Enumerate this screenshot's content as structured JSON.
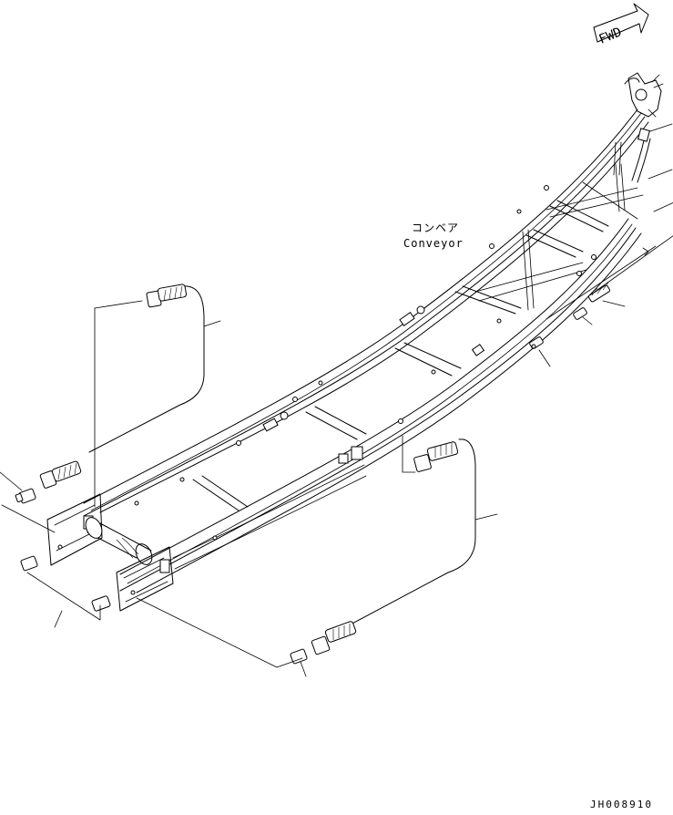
{
  "drawing": {
    "fwd_label": "FWD",
    "conveyor_label_jp": "コンベア",
    "conveyor_label_en": "Conveyor",
    "drawing_code": "JH008910"
  }
}
